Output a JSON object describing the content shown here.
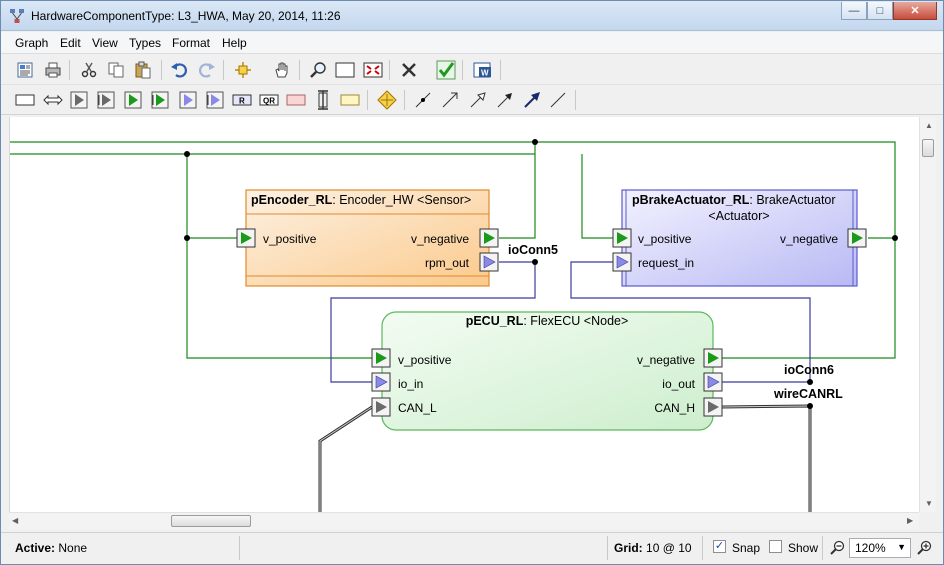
{
  "window": {
    "title": "HardwareComponentType: L3_HWA, May 20, 2014, 11:26",
    "controls": {
      "minimize": "—",
      "maximize": "□",
      "close": "✕"
    }
  },
  "menu": {
    "items": [
      {
        "label": "Graph"
      },
      {
        "label": "Edit"
      },
      {
        "label": "View"
      },
      {
        "label": "Types"
      },
      {
        "label": "Format"
      },
      {
        "label": "Help"
      }
    ]
  },
  "toolbar1": {
    "icons": [
      "properties-icon",
      "print-icon",
      "cut-icon",
      "copy-icon",
      "paste-icon",
      "undo-icon",
      "redo-icon",
      "center-icon",
      "pan-hand-icon",
      "zoom-icon",
      "fit-page-icon",
      "fit-all-icon",
      "delete-icon",
      "check-icon",
      "export-word-icon"
    ]
  },
  "toolbar2": {
    "tools": [
      {
        "name": "rectangle-tool-icon"
      },
      {
        "name": "double-arrow-tool-icon"
      },
      {
        "name": "port-gray-icon"
      },
      {
        "name": "port-gray-multi-icon"
      },
      {
        "name": "port-green-icon"
      },
      {
        "name": "port-green-multi-icon"
      },
      {
        "name": "port-blue-icon"
      },
      {
        "name": "port-blue-multi-icon"
      },
      {
        "name": "r-box-icon",
        "text": "R"
      },
      {
        "name": "qr-box-icon",
        "text": "QR"
      },
      {
        "name": "pink-box-icon"
      },
      {
        "name": "bracket-tool-icon"
      },
      {
        "name": "note-tool-icon"
      },
      {
        "name": "junction-tool-icon"
      },
      {
        "name": "connector-dot-icon"
      },
      {
        "name": "arrow-open-icon"
      },
      {
        "name": "arrow-hollow-icon"
      },
      {
        "name": "arrow-filled-icon"
      },
      {
        "name": "arrow-bold-icon"
      },
      {
        "name": "line-tool-icon"
      }
    ]
  },
  "diagram": {
    "colors": {
      "green_wire": "#1a8a1a",
      "blue_wire": "#3b3b9e",
      "gray_wire": "#303030",
      "encoder_fill": "#fde2c2",
      "encoder_border": "#e08a2c",
      "actuator_fill": "#dcdcfc",
      "actuator_border": "#5a5ad0",
      "ecu_fill": "#e3f7e3",
      "ecu_border": "#5cb85c"
    },
    "encoder": {
      "name": "pEncoder_RL",
      "type": ": Encoder_HW <Sensor>",
      "ports": {
        "v_positive": "v_positive",
        "v_negative": "v_negative",
        "rpm_out": "rpm_out"
      }
    },
    "actuator": {
      "name": "pBrakeActuator_RL",
      "type": ": BrakeActuator",
      "stereotype": "<Actuator>",
      "ports": {
        "v_positive": "v_positive",
        "v_negative": "v_negative",
        "request_in": "request_in"
      }
    },
    "ecu": {
      "name": "pECU_RL",
      "type": ": FlexECU <Node>",
      "ports": {
        "v_positive": "v_positive",
        "io_in": "io_in",
        "can_l": "CAN_L",
        "v_negative": "v_negative",
        "io_out": "io_out",
        "can_h": "CAN_H"
      }
    },
    "labels": {
      "ioconn5": "ioConn5",
      "ioconn6": "ioConn6",
      "wirecanrl": "wireCANRL"
    }
  },
  "status": {
    "active_label": "Active:",
    "active_value": "None",
    "grid_label": "Grid:",
    "grid_value": "10 @ 10",
    "snap_label": "Snap",
    "snap_checked": "✓",
    "show_label": "Show",
    "zoom_value": "120%"
  }
}
